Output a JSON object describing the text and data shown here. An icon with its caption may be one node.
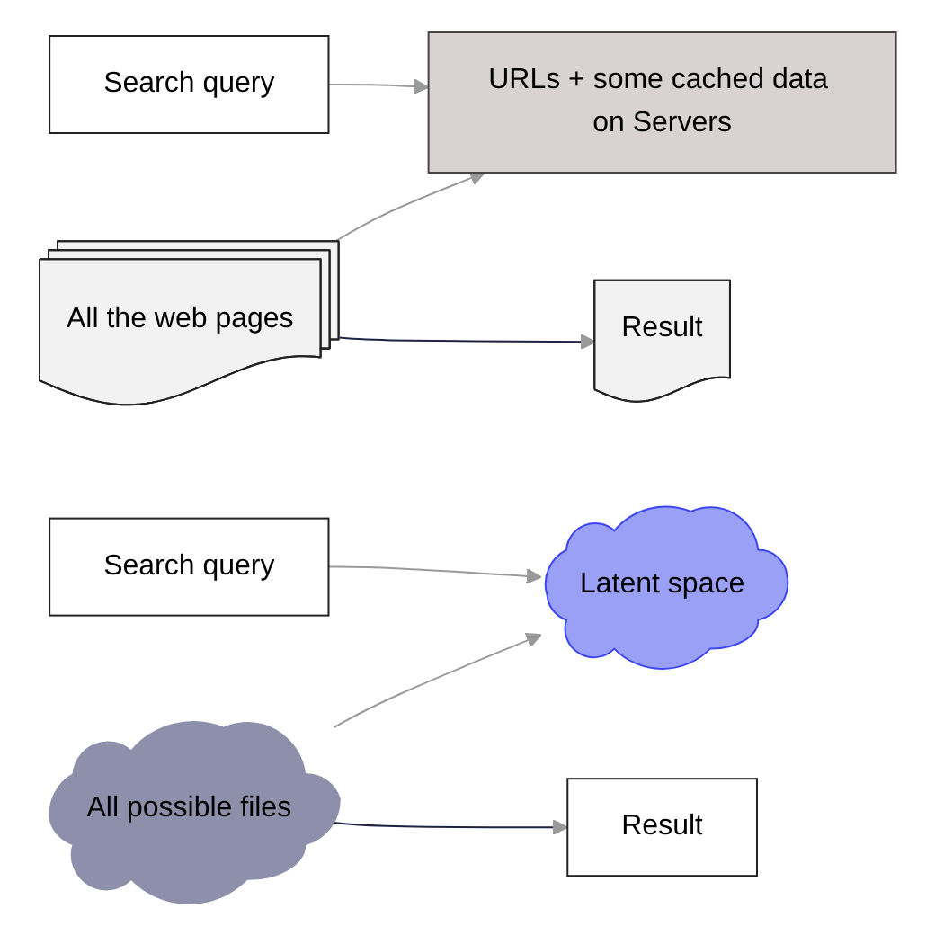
{
  "diagram": {
    "nodes": [
      {
        "text": [
          "All the web pages"
        ]
      },
      {
        "text": [
          "URLs + some cached data on Servers"
        ]
      },
      {
        "text": [
          "Search query"
        ]
      },
      {
        "text": [
          "Result"
        ]
      },
      {
        "text": [
          "All possible files"
        ]
      },
      {
        "text": [
          "Latent space"
        ]
      },
      {
        "text": [
          "Search query"
        ]
      },
      {
        "text": [
          "Result"
        ]
      }
    ],
    "edges": [
      {
        "from": 0,
        "to": 1,
        "arrow": "to"
      },
      {
        "from": 2,
        "to": 1,
        "arrow": "to"
      },
      {
        "from": 0,
        "to": 3,
        "arrow": "to",
        "color": "#1f2244"
      },
      {
        "from": 4,
        "to": 5,
        "arrow": "to"
      },
      {
        "from": 6,
        "to": 5,
        "arrow": "to"
      },
      {
        "from": 4,
        "to": 7,
        "arrow": "to",
        "color": "#1f2244"
      }
    ]
  }
}
